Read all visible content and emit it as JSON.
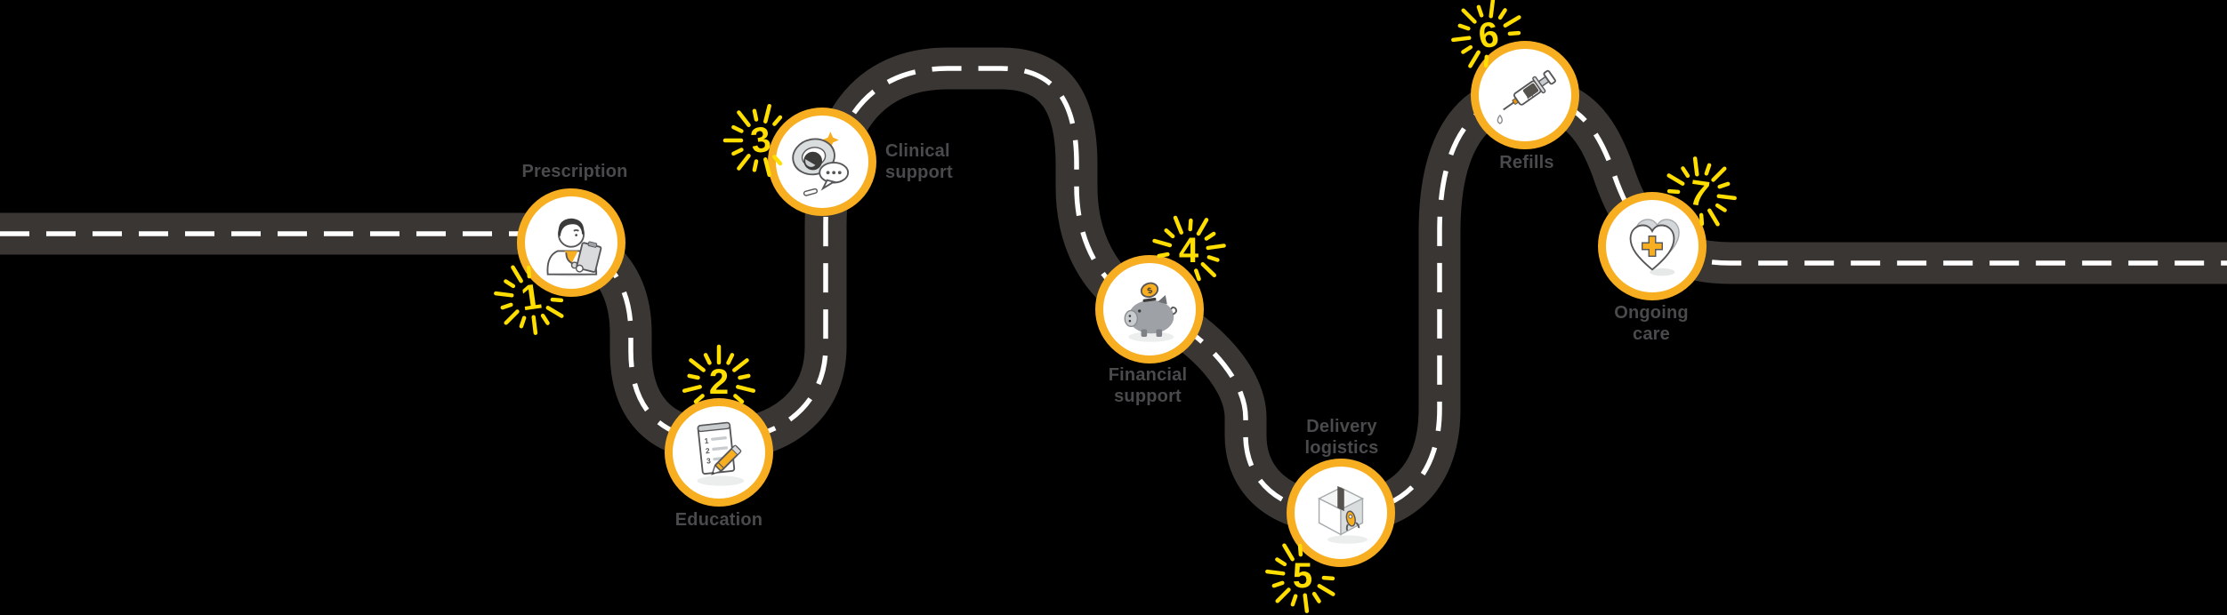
{
  "journey": {
    "steps": [
      {
        "number": "1",
        "label": "Prescription",
        "label_lines": [
          "Prescription"
        ],
        "icon": "doctor-clipboard-icon"
      },
      {
        "number": "2",
        "label": "Education",
        "label_lines": [
          "Education"
        ],
        "icon": "notepad-pencil-icon"
      },
      {
        "number": "3",
        "label": "Clinical support",
        "label_lines": [
          "Clinical",
          "support"
        ],
        "icon": "headset-support-icon"
      },
      {
        "number": "4",
        "label": "Financial support",
        "label_lines": [
          "Financial",
          "support"
        ],
        "icon": "piggy-bank-coin-icon"
      },
      {
        "number": "5",
        "label": "Delivery logistics",
        "label_lines": [
          "Delivery",
          "logistics"
        ],
        "icon": "package-rocket-icon"
      },
      {
        "number": "6",
        "label": "Refills",
        "label_lines": [
          "Refills"
        ],
        "icon": "syringe-icon"
      },
      {
        "number": "7",
        "label": "Ongoing care",
        "label_lines": [
          "Ongoing",
          "care"
        ],
        "icon": "heart-cross-icon"
      }
    ],
    "colors": {
      "background": "#000000",
      "road": "#3A3633",
      "dash": "#FFFFFF",
      "ring": "#F8AE21",
      "node_fill": "#FFFFFF",
      "accent_yellow": "#FFDE00",
      "label_text": "#4A4A4C"
    }
  }
}
